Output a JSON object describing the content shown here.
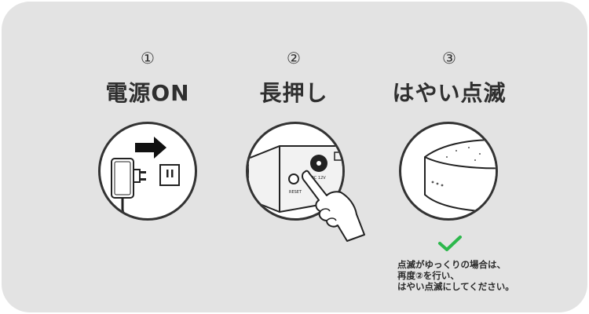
{
  "steps": [
    {
      "number": "①",
      "title": "電源ON"
    },
    {
      "number": "②",
      "title": "長押し"
    },
    {
      "number": "③",
      "title": "はやい点滅"
    }
  ],
  "device_labels": {
    "reset": "RESET",
    "dc": "DC 12V"
  },
  "note": {
    "icon": "check-icon",
    "lines": [
      "点滅がゆっくりの場合は、",
      "再度②を行い、",
      "はやい点滅にしてください。"
    ]
  },
  "colors": {
    "background": "#e3e3e3",
    "accent_check": "#2db84c",
    "outline": "#333333"
  }
}
